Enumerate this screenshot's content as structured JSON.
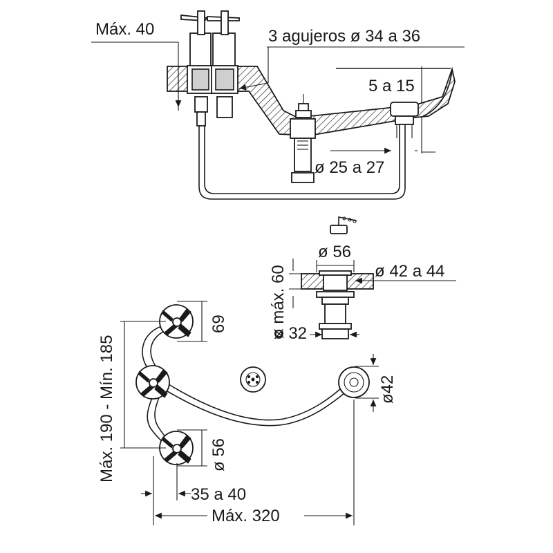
{
  "diagram": {
    "labels": {
      "max_40": "Máx. 40",
      "holes": "3 agujeros ø 34 a 36",
      "range_5_15": "5 a 15",
      "diam_25_27": "ø 25 a 27",
      "diam_56_top": "ø 56",
      "max_60": "ø máx. 60",
      "diam_42_44": "ø 42 a 44",
      "diam_32": "ø 32",
      "dim_69": "69",
      "vertical_range": "Máx. 190 - Mín. 185",
      "diam_42": "ø42",
      "diam_56_side": "ø 56",
      "range_35_40": "35 a 40",
      "max_320": "Máx. 320"
    }
  }
}
